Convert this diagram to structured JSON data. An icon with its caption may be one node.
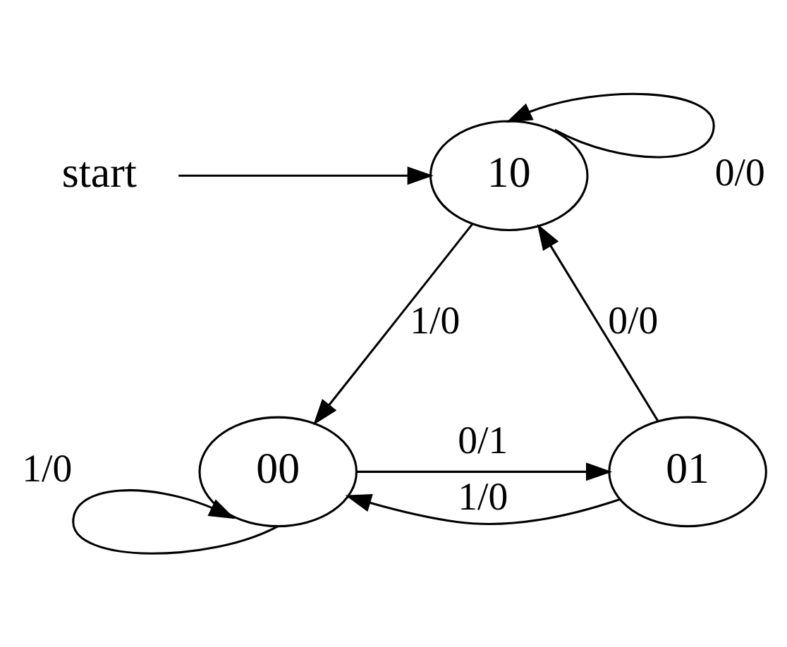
{
  "diagram": {
    "nodes": [
      {
        "text": [
          "start"
        ]
      },
      {
        "text": [
          "10"
        ]
      },
      {
        "text": [
          "00"
        ]
      },
      {
        "text": [
          "01"
        ]
      }
    ],
    "edges": [
      {
        "from": 0,
        "to": 1,
        "arrow": "to"
      },
      {
        "from": 1,
        "to": 1,
        "arrow": "to",
        "label": "0/0"
      },
      {
        "from": 1,
        "to": 2,
        "arrow": "to",
        "label": "1/0"
      },
      {
        "from": 2,
        "to": 3,
        "arrow": "to",
        "label": "0/1"
      },
      {
        "from": 3,
        "to": 1,
        "arrow": "to",
        "label": "0/0"
      },
      {
        "from": 3,
        "to": 2,
        "arrow": "to",
        "label": "1/0"
      },
      {
        "from": 2,
        "to": 2,
        "arrow": "to",
        "label": "1/0"
      }
    ]
  }
}
